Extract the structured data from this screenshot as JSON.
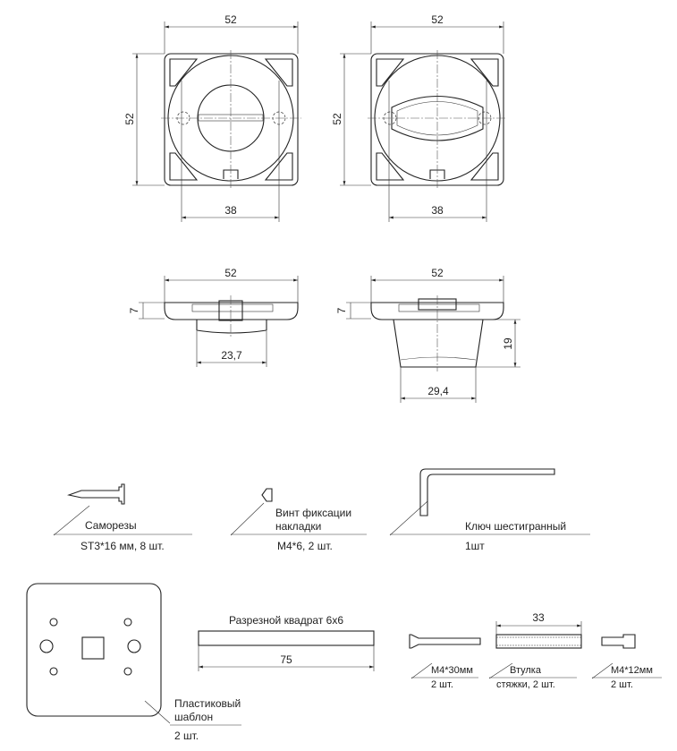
{
  "dimensions": {
    "width": "52",
    "height": "52",
    "hole_spacing": "38",
    "thickness": "7",
    "knob_width": "23,7",
    "cone_height": "19",
    "cone_width": "29,4",
    "bar_length": "75",
    "bushing_length": "33"
  },
  "parts": {
    "screws": {
      "name": "Саморезы",
      "qty": "ST3*16 мм, 8 шт."
    },
    "set_screw": {
      "name1": "Винт фиксации",
      "name2": "накладки",
      "qty": "M4*6, 2 шт."
    },
    "hex_key": {
      "name": "Ключ шестигранный",
      "qty": "1шт"
    },
    "template": {
      "name1": "Пластиковый",
      "name2": "шаблон",
      "qty": "2 шт."
    },
    "square_bar": {
      "name": "Разрезной квадрат 6x6"
    },
    "bolt30": {
      "name": "M4*30мм",
      "qty": "2 шт."
    },
    "bushing": {
      "name": "Втулка",
      "qty": "стяжки, 2 шт."
    },
    "bolt12": {
      "name": "M4*12мм",
      "qty": "2 шт."
    }
  }
}
